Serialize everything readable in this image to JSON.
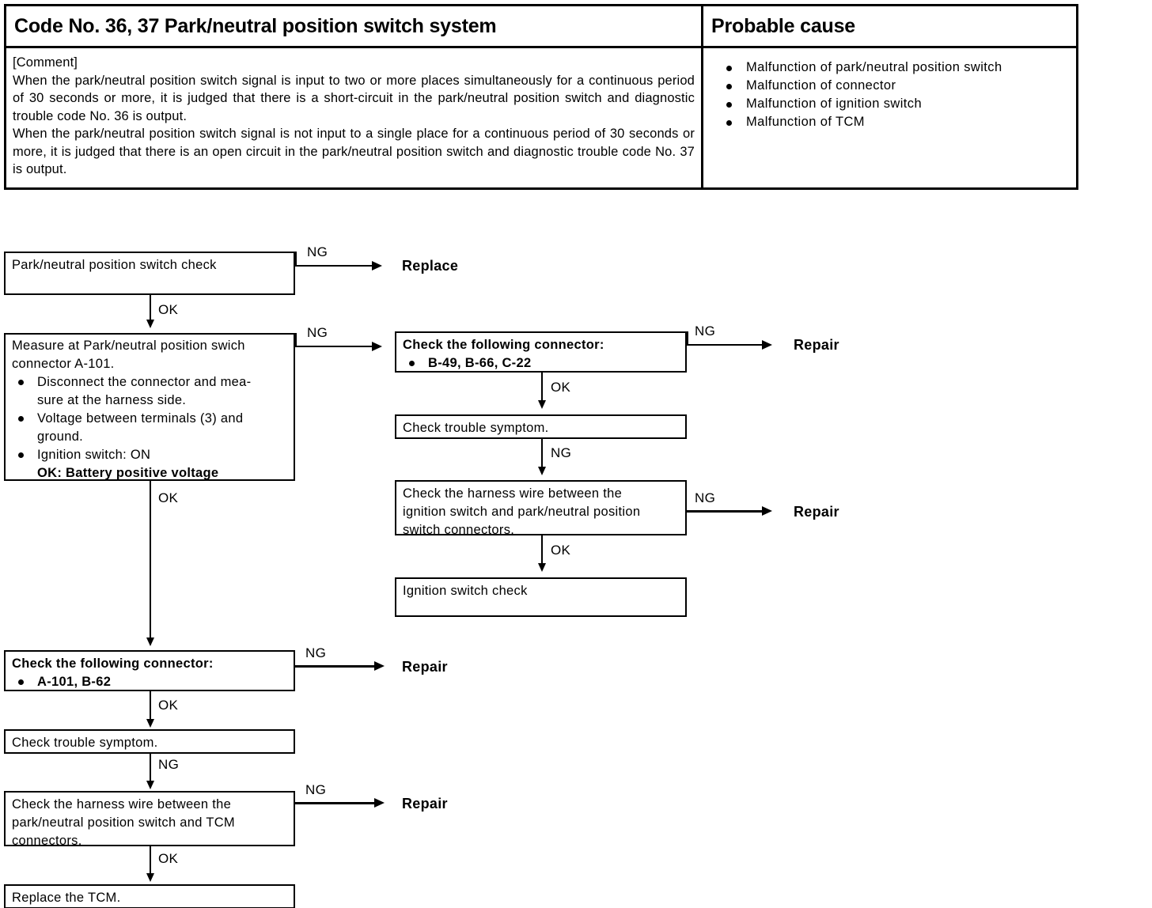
{
  "table": {
    "header_left": "Code No. 36, 37 Park/neutral position switch system",
    "header_right": "Probable cause",
    "comment_label": "[Comment]",
    "comment_paragraph_1": "When the park/neutral position switch signal is input to two or more places simultaneously for a continuous period of 30 seconds or more, it is judged that there is a short-circuit in the park/neutral position switch and diagnostic trouble code No. 36 is output.",
    "comment_paragraph_2": "When the park/neutral position switch signal is not input to a single place for a continuous period of 30 seconds or more, it is judged that there is an open circuit in the park/neutral position switch and diagnostic trouble code No. 37 is output.",
    "probable_causes": [
      "Malfunction of park/neutral position switch",
      "Malfunction of connector",
      "Malfunction of ignition switch",
      "Malfunction of TCM"
    ]
  },
  "flowchart": {
    "boxes": {
      "park_neutral_check": "Park/neutral position switch check",
      "measure_line1": "Measure at Park/neutral position swich",
      "measure_line2": "connector A-101.",
      "measure_bullet_1a": "Disconnect the connector and mea-",
      "measure_bullet_1b": "sure at the harness side.",
      "measure_bullet_2a": "Voltage between terminals (3) and",
      "measure_bullet_2b": "ground.",
      "measure_bullet_3": "Ignition switch: ON",
      "measure_ok_line": "OK:  Battery positive voltage",
      "connector_check_right_title": "Check the following connector:",
      "connector_check_right_item": "B-49, B-66, C-22",
      "trouble_symptom_right": "Check trouble symptom.",
      "harness_right_line1": "Check the harness wire between the",
      "harness_right_line2": "ignition switch and park/neutral position",
      "harness_right_line3": "switch connectors.",
      "ignition_switch_check": "Ignition switch check",
      "connector_check_left_title": "Check the following connector:",
      "connector_check_left_item": "A-101, B-62",
      "trouble_symptom_left": "Check trouble symptom.",
      "harness_left_line1": "Check the harness wire between the",
      "harness_left_line2": "park/neutral position switch and TCM",
      "harness_left_line3": "connectors.",
      "replace_tcm": "Replace the TCM."
    },
    "edge_labels": {
      "ng_1": "NG",
      "ok_1": "OK",
      "ng_2": "NG",
      "ok_2": "OK",
      "ng_3": "NG",
      "ok_3": "OK",
      "ng_4": "NG",
      "ok_4": "OK",
      "ng_5": "NG",
      "ok_5": "OK",
      "ng_6": "NG",
      "ok_6": "OK",
      "ng_7": "NG"
    },
    "terminals": {
      "replace": "Replace",
      "repair_1": "Repair",
      "repair_2": "Repair",
      "repair_3": "Repair"
    }
  }
}
